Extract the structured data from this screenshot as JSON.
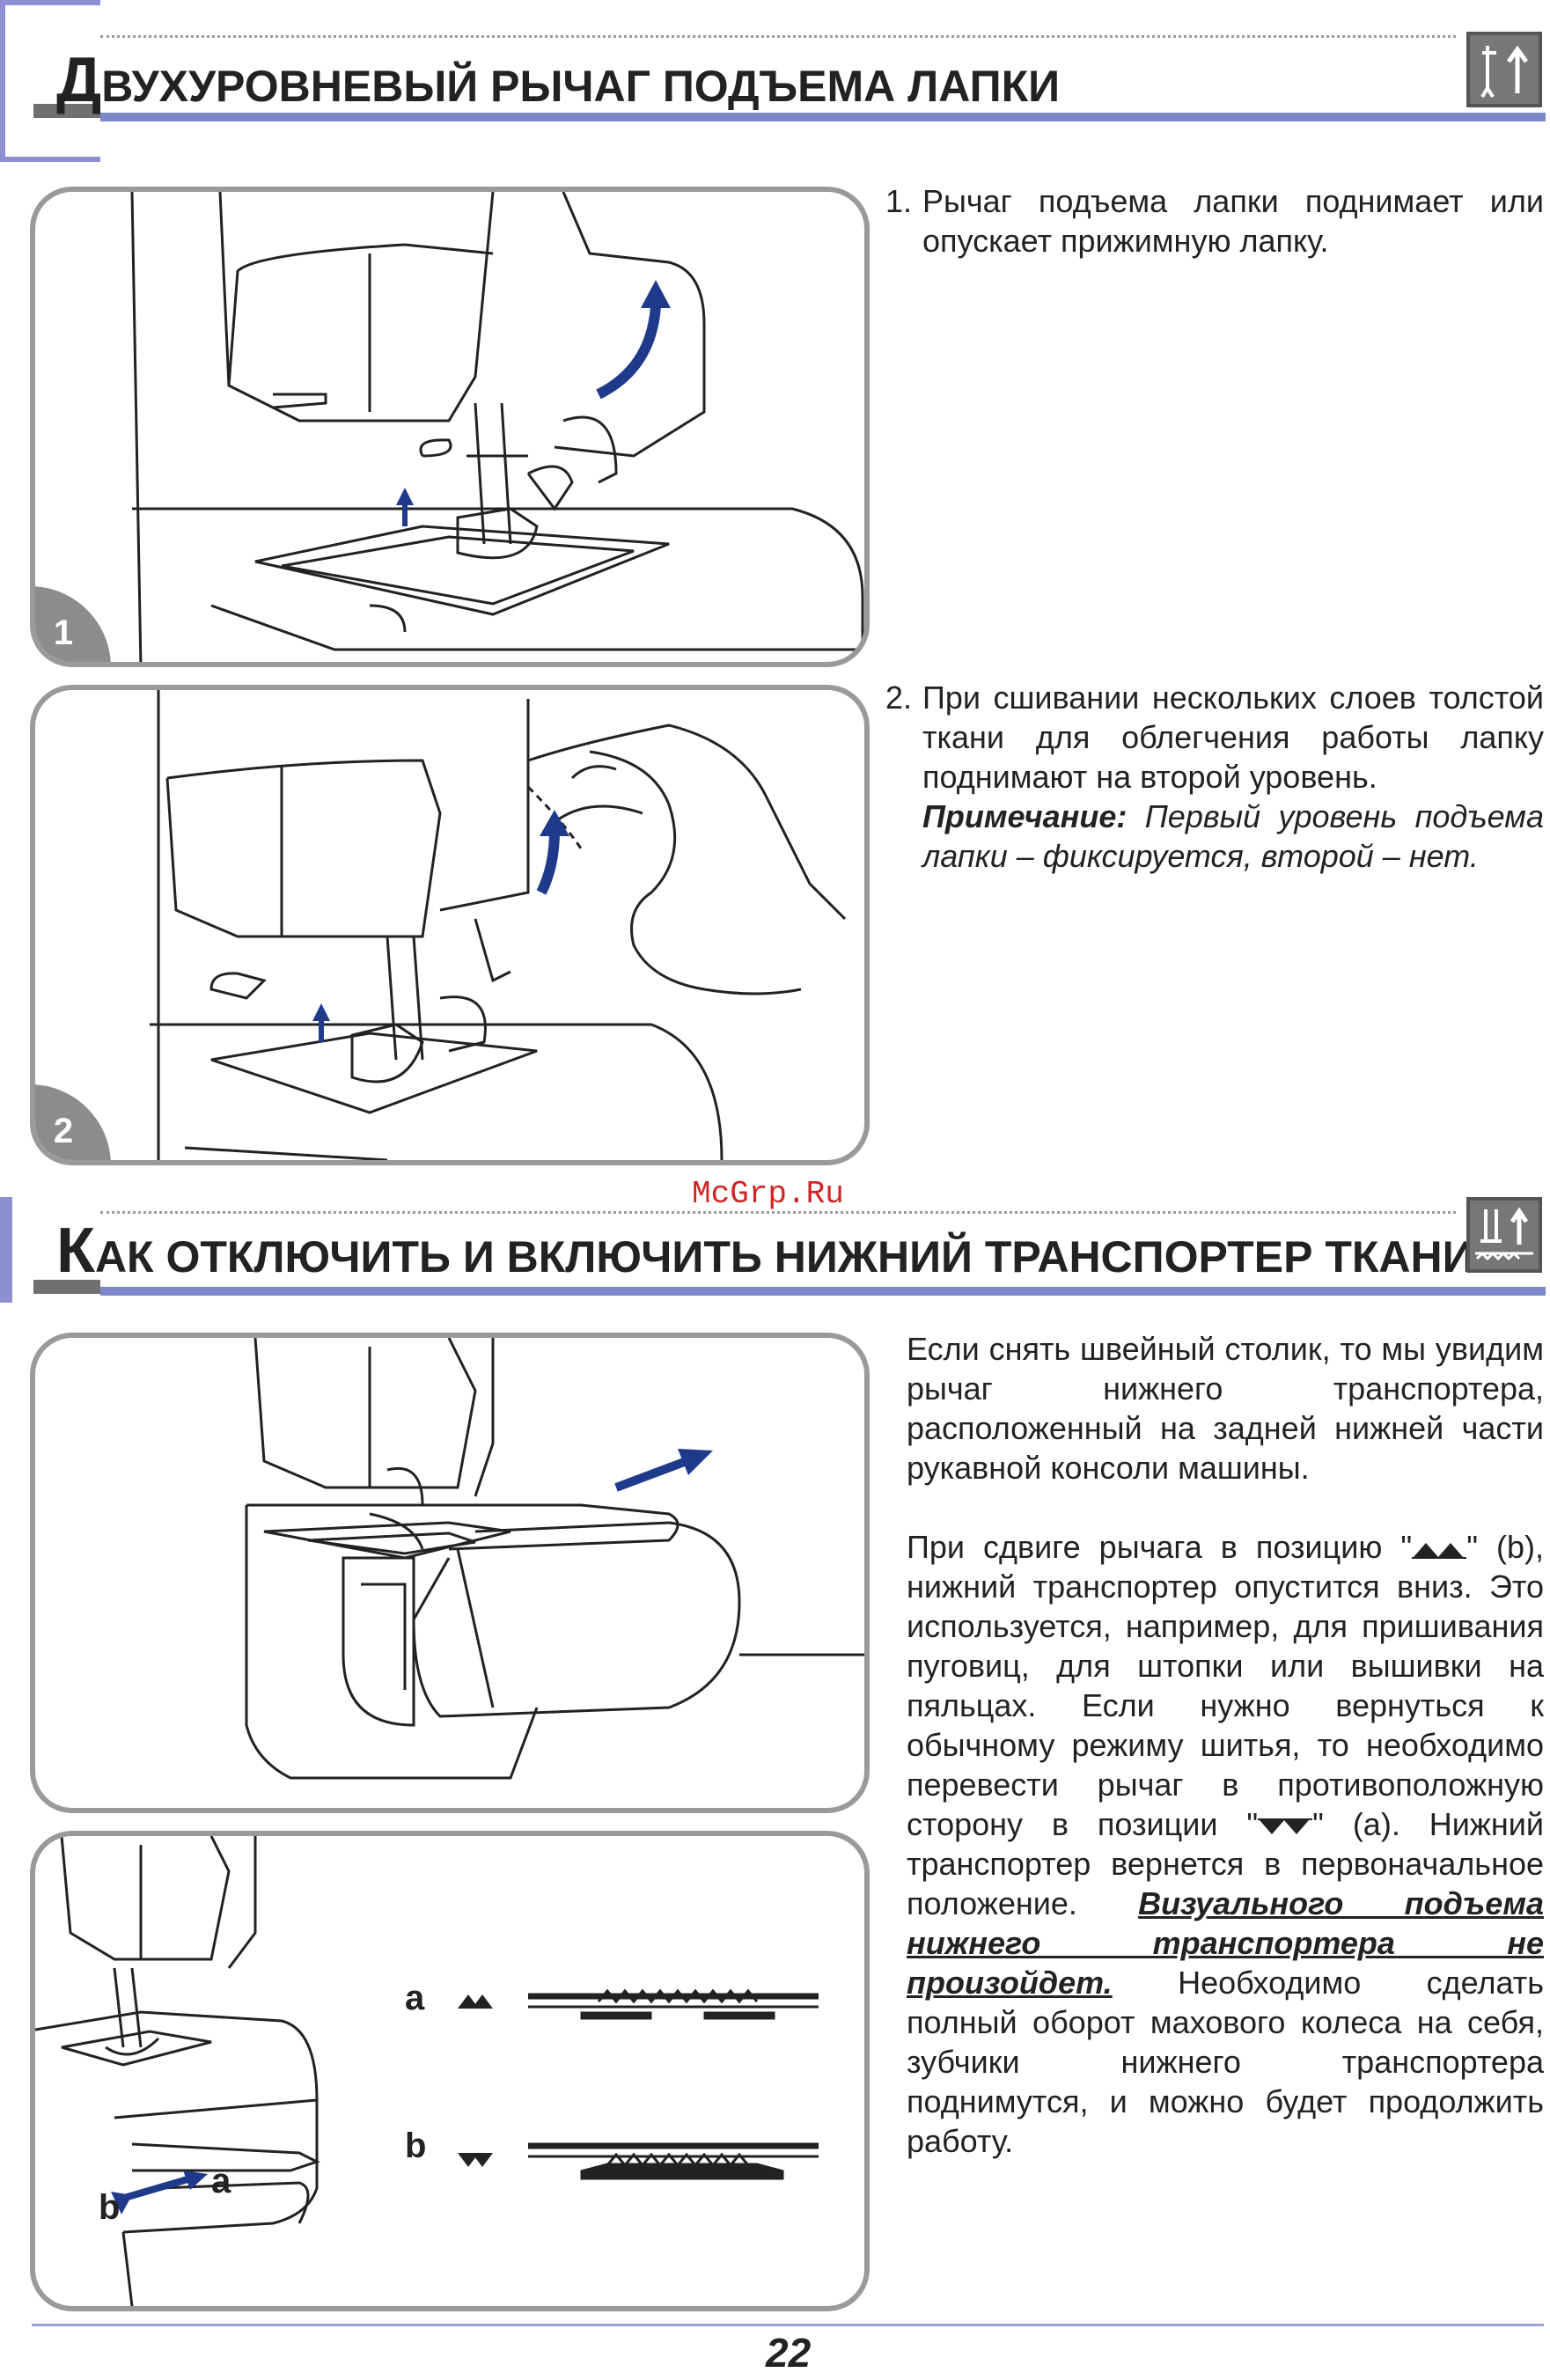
{
  "section1": {
    "title_cap": "Д",
    "title_rest": "ВУХУРОВНЕВЫЙ РЫЧАГ ПОДЪЕМА ЛАПКИ",
    "icon": "presser-foot-lever-icon",
    "fig1_label": "1",
    "fig2_label": "2",
    "step1_num": "1.",
    "step1_text": "Рычаг подъема лапки поднимает или опускает прижимную лапку.",
    "step2_num": "2.",
    "step2_text": "При сшивании нескольких слоев толстой ткани для облегчения работы лапку поднимают на второй уровень.",
    "note_label": "Примечание:",
    "note_text": "Первый уровень подъема лапки – фиксируется, второй – нет."
  },
  "watermark": "McGrp.Ru",
  "section2": {
    "title_cap": "К",
    "title_rest": "АК ОТКЛЮЧИТЬ И ВКЛЮЧИТЬ НИЖНИЙ ТРАНСПОРТЕР ТКАНИ",
    "icon": "feed-dog-icon",
    "p1": "Если снять швейный столик, то мы увидим рычаг нижнего транспортера, расположенный на задней нижней части рукавной консоли машины.",
    "p2_a": "При сдвиге рычага в позицию \"",
    "p2_b": "\" (b), нижний транспортер опустится вниз. Это используется, например, для пришивания пуговиц, для штопки или вышивки на пяльцах. Если нужно вернуться к обычному режиму шитья, то необходимо перевести рычаг в противоположную сторону в позиции \"",
    "p2_c": "\" (a). Нижний транспортер вернется в первоначальное положение.",
    "p2_bold": "Визуального подъема нижнего транспортера не произойдет.",
    "p2_end": "Необходимо сделать полный оборот махового колеса на себя, зубчики нижнего транспортера поднимутся, и можно будет продолжить работу.",
    "label_a": "a",
    "label_b": "b",
    "lever_a": "a",
    "lever_b": "b"
  },
  "page_number": "22",
  "colors": {
    "accent": "#6f7fc4",
    "panel_border": "#9a9a9a",
    "arrow": "#1f3a8a",
    "watermark": "#d12525"
  }
}
